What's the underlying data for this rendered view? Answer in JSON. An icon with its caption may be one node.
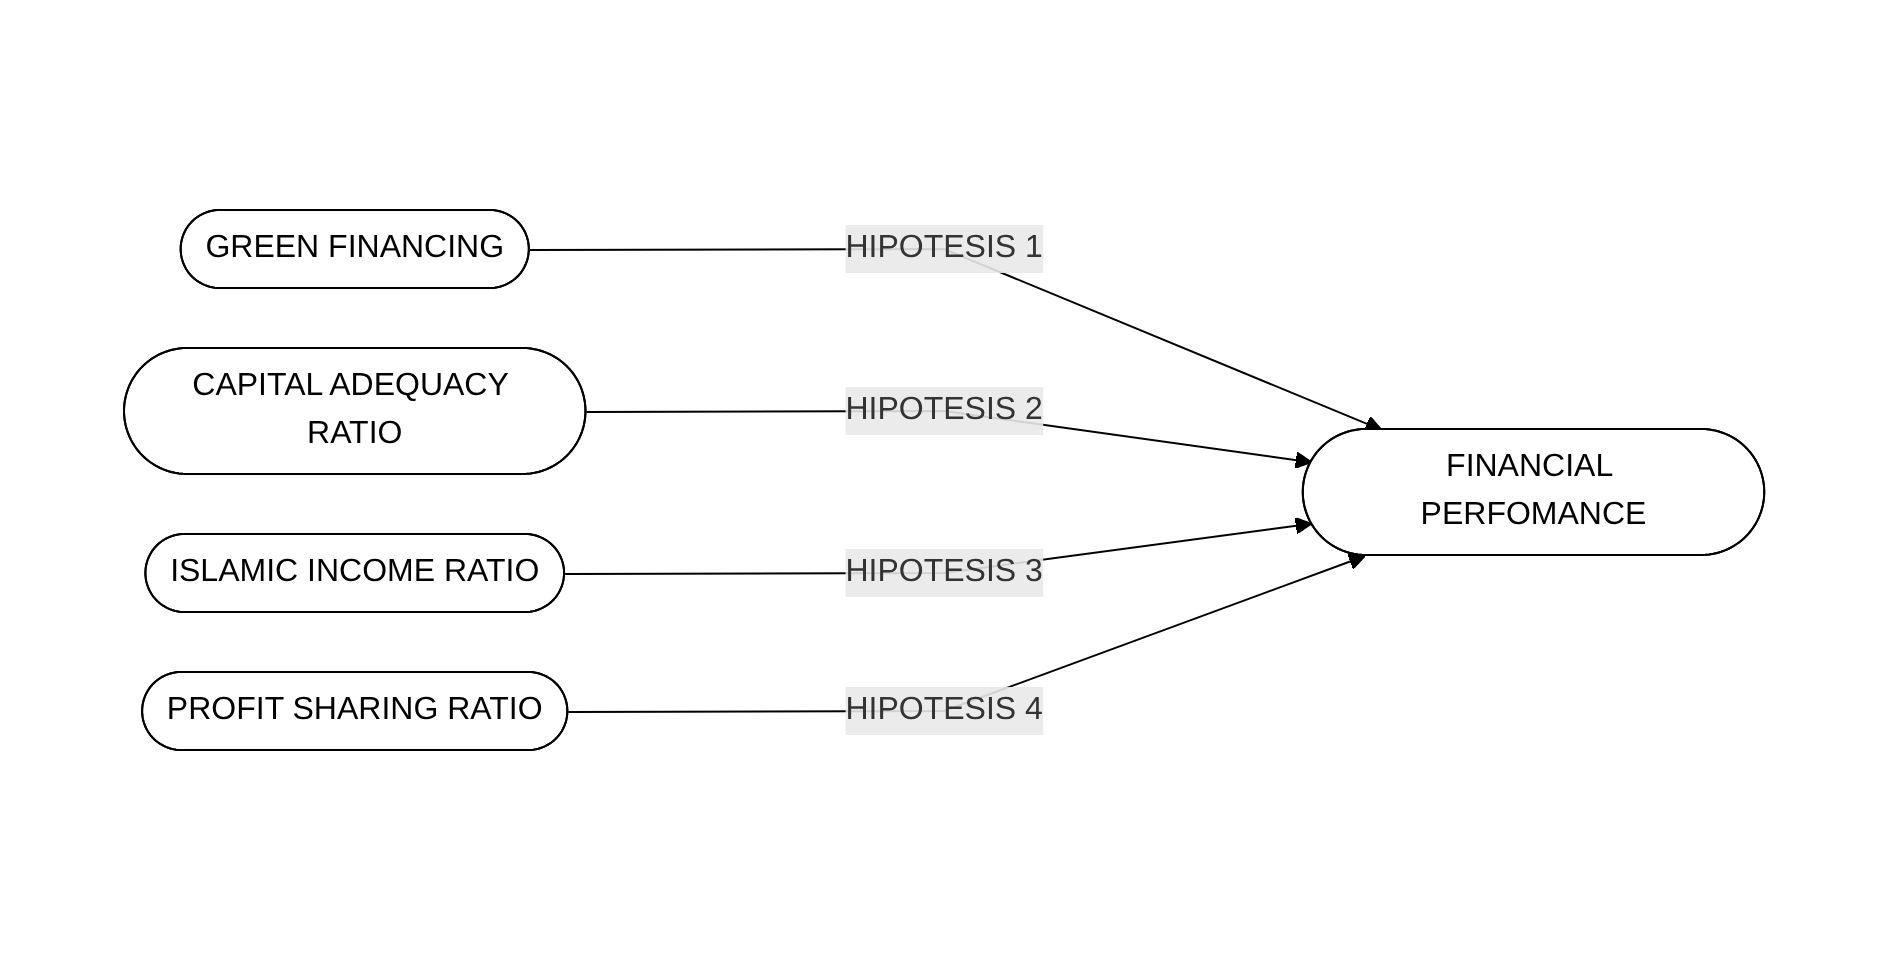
{
  "diagram": {
    "nodes": [
      {
        "text": [
          "GREEN FINANCING"
        ]
      },
      {
        "text": [
          "CAPITAL ADEQUACY RATIO"
        ]
      },
      {
        "text": [
          "ISLAMIC INCOME RATIO"
        ]
      },
      {
        "text": [
          "PROFIT SHARING RATIO"
        ]
      },
      {
        "text": [
          "FINANCIAL PERFOMANCE"
        ]
      }
    ],
    "edges": [
      {
        "from": 0,
        "to": 4,
        "arrow": "to",
        "label": "HIPOTESIS 1"
      },
      {
        "from": 1,
        "to": 4,
        "arrow": "to",
        "label": "HIPOTESIS 2"
      },
      {
        "from": 2,
        "to": 4,
        "arrow": "to",
        "label": "HIPOTESIS 3"
      },
      {
        "from": 3,
        "to": 4,
        "arrow": "to",
        "label": "HIPOTESIS 4"
      }
    ]
  }
}
